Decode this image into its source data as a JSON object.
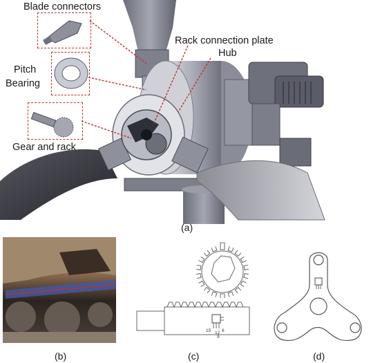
{
  "panel_a": {
    "labels": {
      "blade_connectors": "Blade connectors",
      "rack_connection_plate": "Rack connection plate",
      "hub": "Hub",
      "pitch_bearing_line1": "Pitch",
      "pitch_bearing_line2": "Bearing",
      "gear_and_rack": "Gear and rack"
    },
    "caption": "(a)"
  },
  "panel_b": {
    "caption": "(b)"
  },
  "panel_c": {
    "caption": "(c)",
    "pin_labels": {
      "left": "15",
      "middle": "12",
      "right": "6",
      "bottom": "9"
    }
  },
  "panel_d": {
    "caption": "(d)"
  },
  "colors": {
    "callout_red": "#c0302a",
    "metal_light": "#c9cbd4",
    "metal_mid": "#9a9caa",
    "metal_dark": "#5a5c68",
    "blade_dark": "#3c3d44"
  }
}
